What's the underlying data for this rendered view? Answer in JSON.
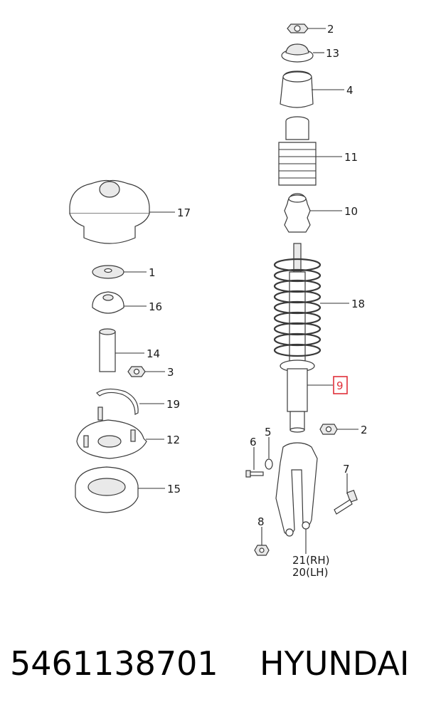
{
  "callouts": {
    "c2_top": "2",
    "c13": "13",
    "c4": "4",
    "c11": "11",
    "c10": "10",
    "c18": "18",
    "c9": "9",
    "c2_right": "2",
    "c5": "5",
    "c6": "6",
    "c7": "7",
    "c8": "8",
    "c21": "21(RH)",
    "c20": "20(LH)",
    "c17": "17",
    "c1": "1",
    "c16": "16",
    "c14": "14",
    "c3": "3",
    "c19": "19",
    "c12": "12",
    "c15": "15"
  },
  "footer": {
    "part_number": "5461138701",
    "brand": "HYUNDAI"
  },
  "colors": {
    "highlight": "#e0303a",
    "line": "#333333"
  }
}
